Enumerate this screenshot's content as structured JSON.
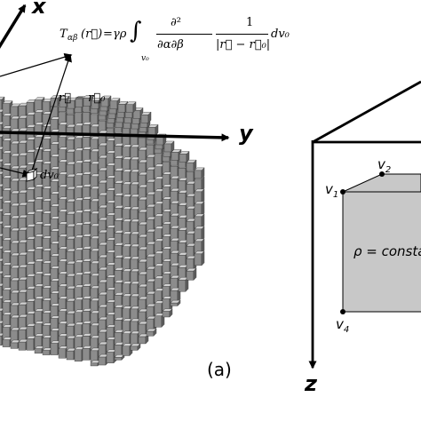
{
  "figure": {
    "panel_label": "(a)",
    "colors": {
      "ink": "#000000",
      "cell_front": "#8c8c8c",
      "cell_top": "#d2d2d2",
      "cell_side": "#5e5e5e",
      "prism_fill": "#c8c8c8"
    }
  },
  "left_panel": {
    "axis_x": "x",
    "axis_y": "y",
    "vector_label": "r⃗ − r⃗₀",
    "element_label": "dv₀",
    "formula": {
      "lhs": "T",
      "lhs_sub": "αβ",
      "lhs_arg": "(r⃗)",
      "equals": "=",
      "coefficient": "γρ",
      "integral": "∫",
      "integral_sub": "v₀",
      "deriv_num": "∂²",
      "deriv_den": "∂α∂β",
      "frac_num": "1",
      "frac_den": "|r⃗ − r⃗₀|",
      "differential": "dv₀"
    }
  },
  "right_panel": {
    "axis_z": "z",
    "vertices": [
      {
        "name": "v",
        "sub": "1"
      },
      {
        "name": "v",
        "sub": "2"
      },
      {
        "name": "v",
        "sub": "4"
      }
    ],
    "density_label": "ρ = consta"
  }
}
